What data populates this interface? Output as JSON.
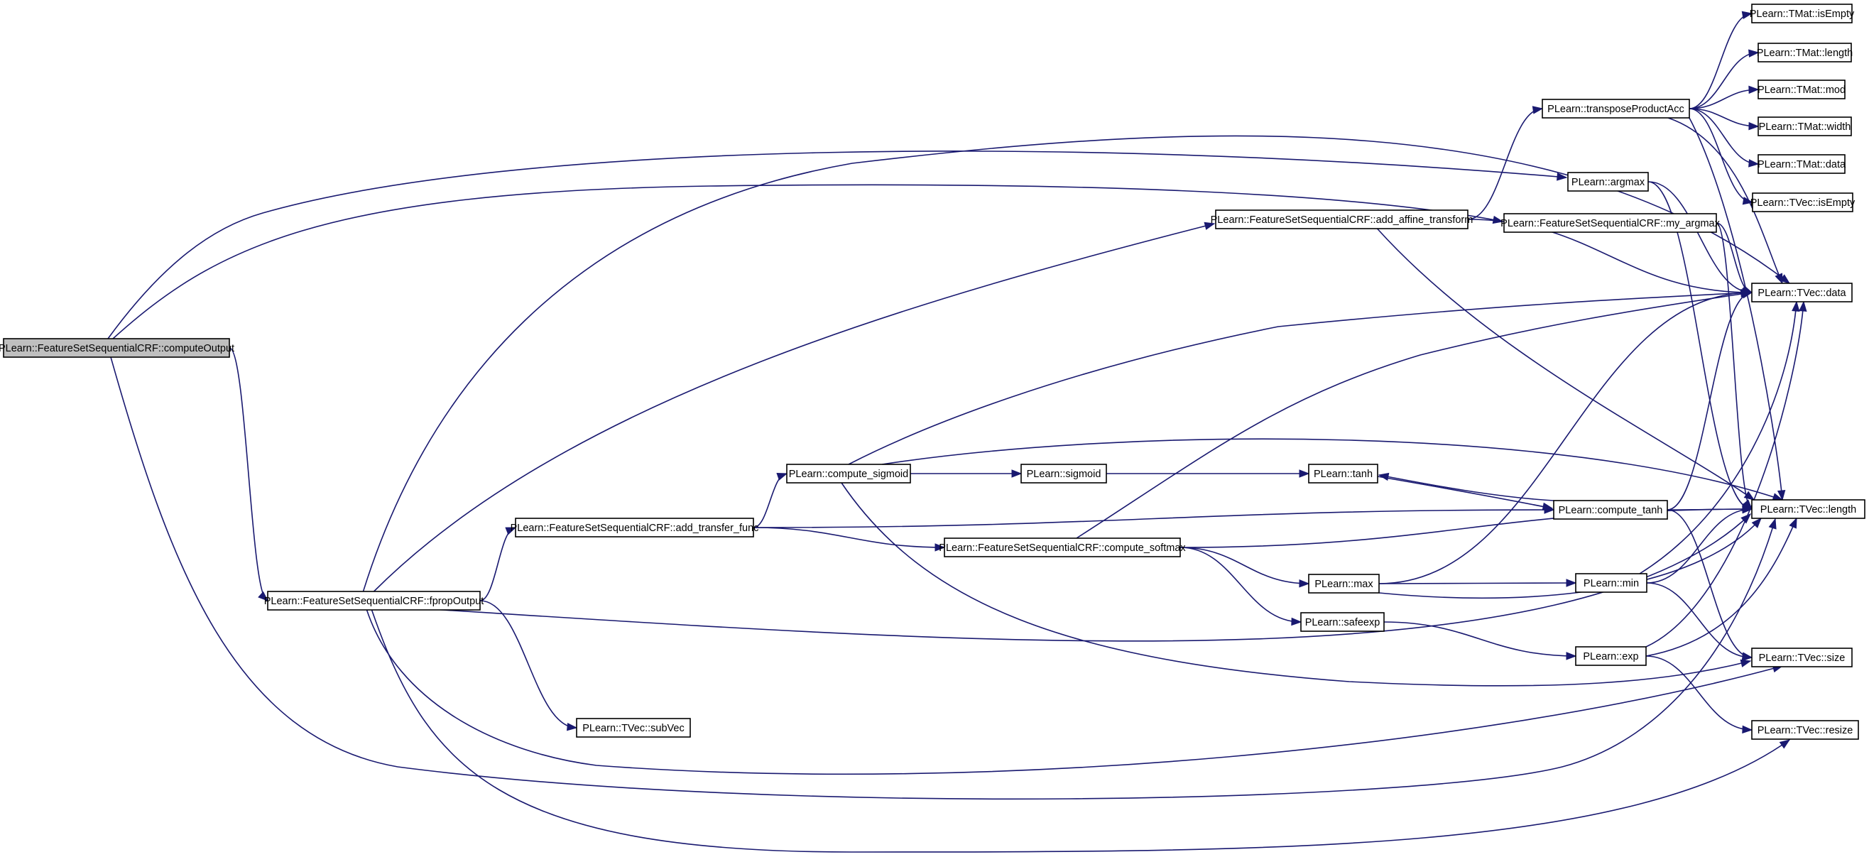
{
  "colors": {
    "edge": "#191970",
    "node_border": "#000000",
    "root_fill": "#bfbfbf",
    "node_fill": "#ffffff"
  },
  "nodes": {
    "computeOutput": "PLearn::FeatureSetSequentialCRF::computeOutput",
    "fpropOutput": "PLearn::FeatureSetSequentialCRF::fpropOutput",
    "add_transfer_func": "PLearn::FeatureSetSequentialCRF::add_transfer_func",
    "compute_sigmoid": "PLearn::compute_sigmoid",
    "sigmoid": "PLearn::sigmoid",
    "compute_softmax": "PLearn::FeatureSetSequentialCRF::compute_softmax",
    "add_affine_transform": "PLearn::FeatureSetSequentialCRF::add_affine_transform",
    "my_argmax": "PLearn::FeatureSetSequentialCRF::my_argmax",
    "argmax": "PLearn::argmax",
    "transposeProductAcc": "PLearn::transposeProductAcc",
    "tanh": "PLearn::tanh",
    "compute_tanh": "PLearn::compute_tanh",
    "max": "PLearn::max",
    "min": "PLearn::min",
    "safeexp": "PLearn::safeexp",
    "exp": "PLearn::exp",
    "subVec": "PLearn::TVec::subVec",
    "TMat_isEmpty": "PLearn::TMat::isEmpty",
    "TMat_length": "PLearn::TMat::length",
    "TMat_mod": "PLearn::TMat::mod",
    "TMat_width": "PLearn::TMat::width",
    "TMat_data": "PLearn::TMat::data",
    "TVec_isEmpty": "PLearn::TVec::isEmpty",
    "TVec_data": "PLearn::TVec::data",
    "TVec_length": "PLearn::TVec::length",
    "TVec_size": "PLearn::TVec::size",
    "TVec_resize": "PLearn::TVec::resize"
  },
  "edges": [
    [
      "computeOutput",
      "argmax"
    ],
    [
      "computeOutput",
      "my_argmax"
    ],
    [
      "computeOutput",
      "fpropOutput"
    ],
    [
      "computeOutput",
      "TVec_length"
    ],
    [
      "fpropOutput",
      "add_transfer_func"
    ],
    [
      "fpropOutput",
      "add_affine_transform"
    ],
    [
      "fpropOutput",
      "TVec_data"
    ],
    [
      "fpropOutput",
      "subVec"
    ],
    [
      "fpropOutput",
      "TVec_size"
    ],
    [
      "fpropOutput",
      "TVec_length"
    ],
    [
      "fpropOutput",
      "TVec_resize"
    ],
    [
      "add_transfer_func",
      "compute_sigmoid"
    ],
    [
      "add_transfer_func",
      "compute_softmax"
    ],
    [
      "add_transfer_func",
      "compute_tanh"
    ],
    [
      "compute_sigmoid",
      "sigmoid"
    ],
    [
      "compute_sigmoid",
      "TVec_data"
    ],
    [
      "compute_sigmoid",
      "TVec_length"
    ],
    [
      "compute_sigmoid",
      "TVec_size"
    ],
    [
      "sigmoid",
      "tanh"
    ],
    [
      "compute_softmax",
      "max"
    ],
    [
      "compute_softmax",
      "safeexp"
    ],
    [
      "compute_softmax",
      "TVec_data"
    ],
    [
      "compute_softmax",
      "TVec_length"
    ],
    [
      "add_affine_transform",
      "transposeProductAcc"
    ],
    [
      "add_affine_transform",
      "TVec_data"
    ],
    [
      "add_affine_transform",
      "TVec_length"
    ],
    [
      "my_argmax",
      "TVec_data"
    ],
    [
      "my_argmax",
      "TVec_length"
    ],
    [
      "argmax",
      "TVec_data"
    ],
    [
      "argmax",
      "TVec_length"
    ],
    [
      "transposeProductAcc",
      "TMat_isEmpty"
    ],
    [
      "transposeProductAcc",
      "TMat_length"
    ],
    [
      "transposeProductAcc",
      "TMat_mod"
    ],
    [
      "transposeProductAcc",
      "TMat_width"
    ],
    [
      "transposeProductAcc",
      "TMat_data"
    ],
    [
      "transposeProductAcc",
      "TVec_isEmpty"
    ],
    [
      "transposeProductAcc",
      "TVec_data"
    ],
    [
      "transposeProductAcc",
      "TVec_length"
    ],
    [
      "tanh",
      "compute_tanh"
    ],
    [
      "compute_tanh",
      "tanh"
    ],
    [
      "compute_tanh",
      "TVec_data"
    ],
    [
      "compute_tanh",
      "TVec_length"
    ],
    [
      "compute_tanh",
      "TVec_size"
    ],
    [
      "max",
      "min"
    ],
    [
      "max",
      "TVec_data"
    ],
    [
      "max",
      "TVec_length"
    ],
    [
      "min",
      "TVec_data"
    ],
    [
      "min",
      "TVec_length"
    ],
    [
      "min",
      "TVec_size"
    ],
    [
      "safeexp",
      "exp"
    ],
    [
      "exp",
      "TVec_data"
    ],
    [
      "exp",
      "TVec_length"
    ],
    [
      "exp",
      "TVec_resize"
    ]
  ]
}
